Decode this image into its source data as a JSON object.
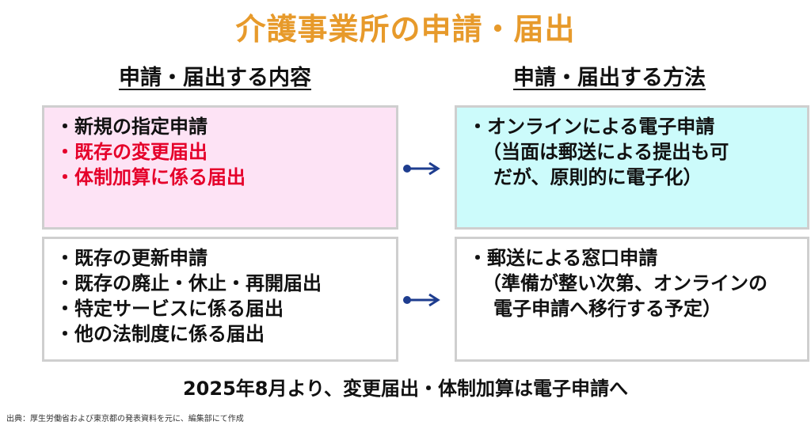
{
  "title": "介護事業所の申請・届出",
  "headers": {
    "left": "申請・届出する内容",
    "right": "申請・届出する方法"
  },
  "colors": {
    "title": "#e79a2b",
    "highlight": "#e5002a",
    "pink_box": "#fde3f5",
    "cyan_box": "#ccfbfb",
    "arrow": "#1e3d8f"
  },
  "top_left_items": [
    "・新規の指定申請",
    "・既存の変更届出",
    "・体制加算に係る届出"
  ],
  "top_right_lines": [
    "・オンラインによる電子申請",
    "（当面は郵送による提出も可",
    "だが、原則的に電子化）"
  ],
  "bottom_left_items": [
    "・既存の更新申請",
    "・既存の廃止・休止・再開届出",
    "・特定サービスに係る届出",
    "・他の法制度に係る届出"
  ],
  "bottom_right_lines": [
    "・郵送による窓口申請",
    "（準備が整い次第、オンラインの",
    "電子申請へ移行する予定）"
  ],
  "icons": {
    "arrow": "right-arrow-icon"
  },
  "summary": "2025年8月より、変更届出・体制加算は電子申請へ",
  "source": "出典：厚生労働省および東京都の発表資料を元に、編集部にて作成"
}
